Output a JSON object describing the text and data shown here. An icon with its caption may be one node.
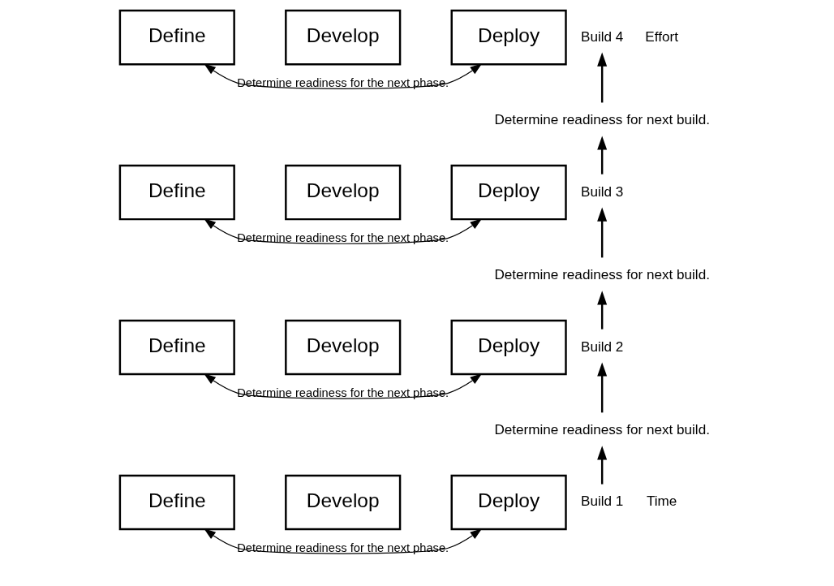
{
  "diagram": {
    "nodes": [
      {
        "text": [
          "Define"
        ]
      },
      {
        "text": [
          "Develop"
        ]
      },
      {
        "text": [
          "Deploy"
        ]
      },
      {
        "text": [
          "Build 4"
        ]
      },
      {
        "text": [
          "Determine readiness for next build."
        ]
      },
      {
        "text": [
          "Define"
        ]
      },
      {
        "text": [
          "Develop"
        ]
      },
      {
        "text": [
          "Deploy"
        ]
      },
      {
        "text": [
          "Build 3"
        ]
      },
      {
        "text": [
          "Determine readiness for next build."
        ]
      },
      {
        "text": [
          "Define"
        ]
      },
      {
        "text": [
          "Develop"
        ]
      },
      {
        "text": [
          "Deploy"
        ]
      },
      {
        "text": [
          "Build 2"
        ]
      },
      {
        "text": [
          "Determine readiness for next build."
        ]
      },
      {
        "text": [
          "Define"
        ]
      },
      {
        "text": [
          "Develop"
        ]
      },
      {
        "text": [
          "Deploy"
        ]
      },
      {
        "text": [
          "Build 1"
        ]
      }
    ],
    "edges": [
      {
        "from": 0,
        "to": 2,
        "arrow": "both",
        "label": "Determine readiness for the next phase."
      },
      {
        "from": 5,
        "to": 7,
        "arrow": "both",
        "label": "Determine readiness for the next phase."
      },
      {
        "from": 10,
        "to": 12,
        "arrow": "both",
        "label": "Determine readiness for the next phase."
      },
      {
        "from": 15,
        "to": 17,
        "arrow": "both",
        "label": "Determine readiness for the next phase."
      },
      {
        "from": 18,
        "to": 14,
        "arrow": "to"
      },
      {
        "from": 14,
        "to": 13,
        "arrow": "to"
      },
      {
        "from": 13,
        "to": 9,
        "arrow": "to"
      },
      {
        "from": 9,
        "to": 8,
        "arrow": "to"
      },
      {
        "from": 8,
        "to": 4,
        "arrow": "to"
      },
      {
        "from": 4,
        "to": 3,
        "arrow": "to"
      }
    ],
    "labels": [
      "Effort",
      "Time"
    ]
  }
}
